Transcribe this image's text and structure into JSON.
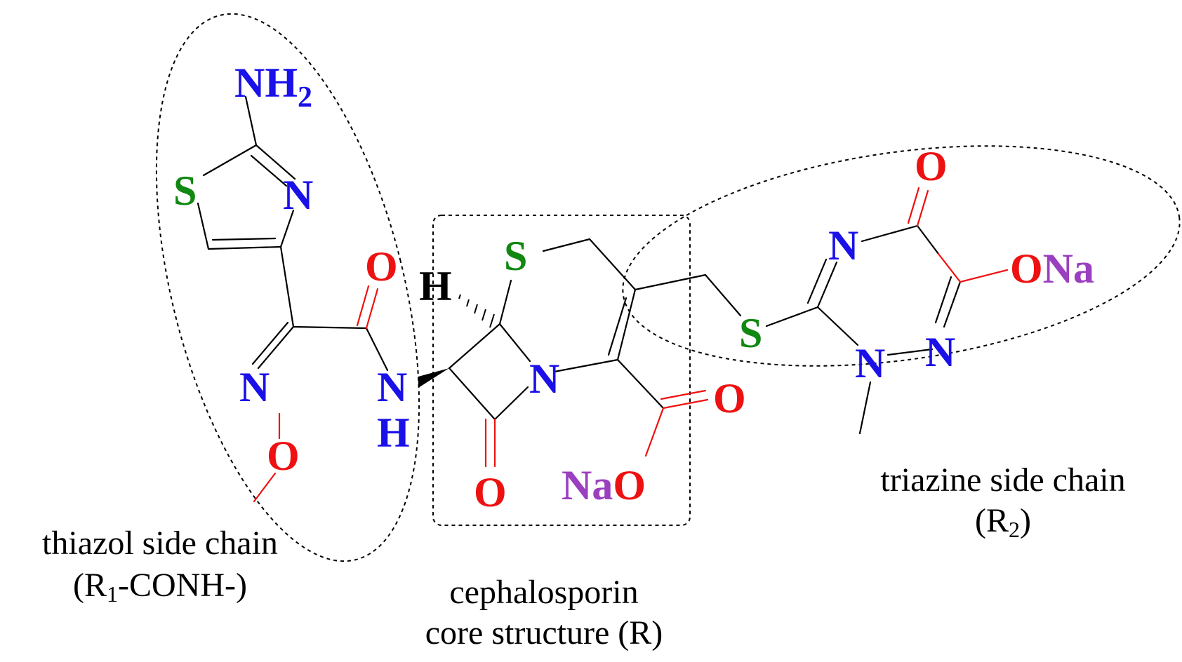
{
  "colors": {
    "nitrogen": "#1a10e8",
    "oxygen": "#ee1111",
    "sulfur": "#118811",
    "sodium": "#9a3fbf",
    "carbon_bond": "#000000",
    "oxygen_bond": "#ee1111",
    "hydrogen": "#000000"
  },
  "atoms": {
    "nh2_main": "NH",
    "nh2_sub": "2",
    "thiazole_s": "S",
    "thiazole_n": "N",
    "oxime_n": "N",
    "methoxy_o": "O",
    "amide_o": "O",
    "amide_n": "N",
    "amide_h": "H",
    "stereo_h": "H",
    "core_s": "S",
    "lactam_n": "N",
    "lactam_o": "O",
    "carboxyl_o": "O",
    "carboxylate_na": "Na",
    "carboxylate_o": "O",
    "thioether_s": "S",
    "triazine_o": "O",
    "triazine_n_top": "N",
    "triazine_ona_o": "O",
    "triazine_ona_na": "Na",
    "triazine_n_right": "N",
    "triazine_n_bottom": "N"
  },
  "labels": {
    "thiazol_line1": "thiazol side chain",
    "thiazol_line2_prefix": "(R",
    "thiazol_line2_sub": "1",
    "thiazol_line2_suffix": "-CONH-)",
    "core_line1": "cephalosporin",
    "core_line2": "core structure (R)",
    "triazine_line1": "triazine side chain",
    "triazine_line2_prefix": "(R",
    "triazine_line2_sub": "2",
    "triazine_line2_suffix": ")"
  }
}
